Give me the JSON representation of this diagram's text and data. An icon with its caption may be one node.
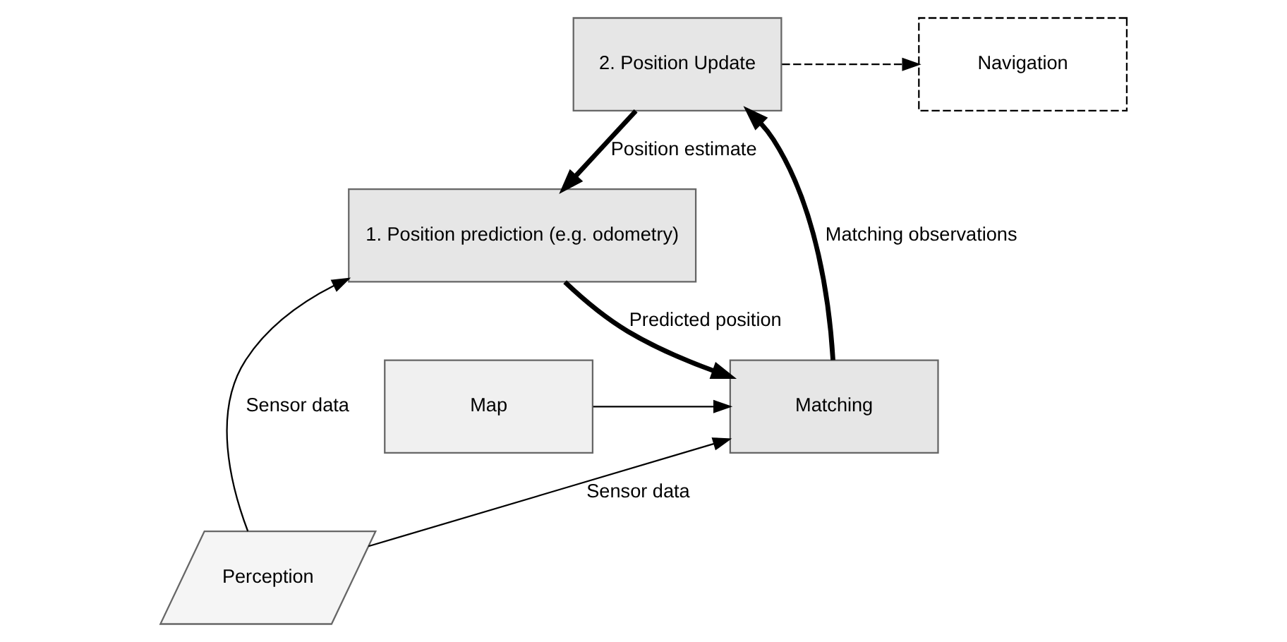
{
  "diagram": {
    "nodes": [
      {
        "text": [
          "2. Position Update"
        ]
      },
      {
        "text": [
          "Navigation"
        ]
      },
      {
        "text": [
          "1. Position prediction (e.g. odometry)"
        ]
      },
      {
        "text": [
          "Map"
        ]
      },
      {
        "text": [
          "Matching"
        ]
      },
      {
        "text": [
          "Perception"
        ]
      }
    ],
    "edges": [
      {
        "from": 0,
        "to": 2,
        "arrow": "to",
        "style": "thick",
        "label": "Position estimate"
      },
      {
        "from": 0,
        "to": 1,
        "arrow": "to",
        "style": "dashed"
      },
      {
        "from": 2,
        "to": 4,
        "arrow": "to",
        "style": "thick",
        "label": "Predicted position"
      },
      {
        "from": 4,
        "to": 0,
        "arrow": "to",
        "style": "thick",
        "label": "Matching observations"
      },
      {
        "from": 3,
        "to": 4,
        "arrow": "to"
      },
      {
        "from": 5,
        "to": 2,
        "arrow": "to",
        "label": "Sensor data"
      },
      {
        "from": 5,
        "to": 4,
        "arrow": "to",
        "label": "Sensor data"
      }
    ]
  }
}
